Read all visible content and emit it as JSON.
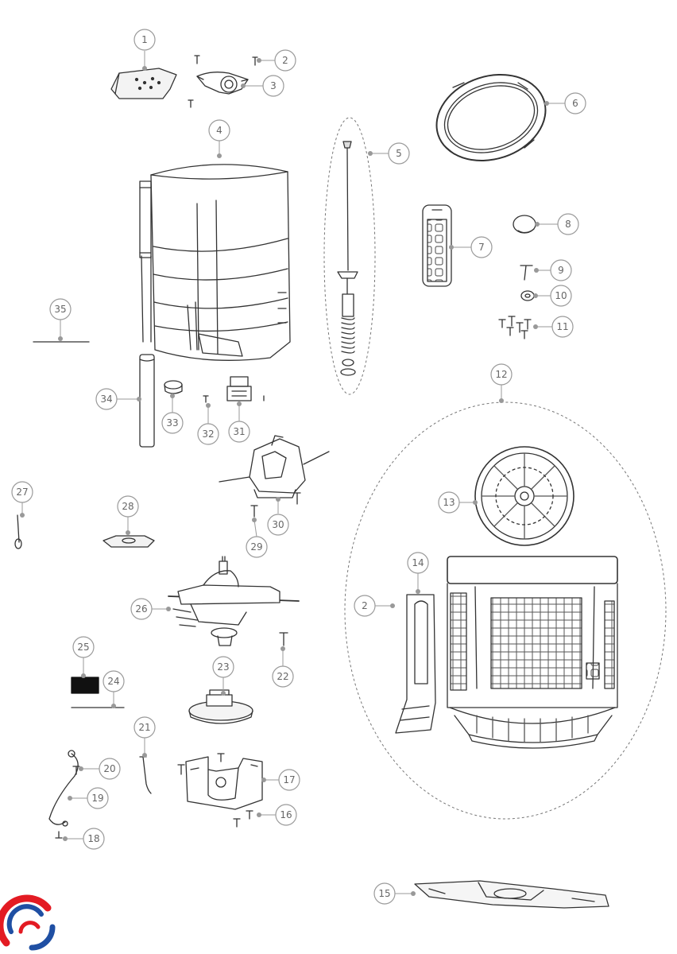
{
  "labels": {
    "c1": "1",
    "c2a": "2",
    "c3": "3",
    "c4": "4",
    "c5": "5",
    "c6": "6",
    "c7": "7",
    "c8": "8",
    "c9": "9",
    "c10": "10",
    "c11": "11",
    "c12": "12",
    "c13": "13",
    "c14": "14",
    "c2b": "2",
    "c15": "15",
    "c16": "16",
    "c17": "17",
    "c18": "18",
    "c19": "19",
    "c20": "20",
    "c21": "21",
    "c22": "22",
    "c23": "23",
    "c24": "24",
    "c25": "25",
    "c26": "26",
    "c27": "27",
    "c28": "28",
    "c29": "29",
    "c30": "30",
    "c31": "31",
    "c32": "32",
    "c33": "33",
    "c34": "34",
    "c35": "35"
  },
  "colors": {
    "line": "#333333",
    "circle_stroke": "#9a9a9a",
    "label_text": "#666666",
    "logo_red": "#e31b23",
    "logo_blue": "#1f4fa3"
  }
}
